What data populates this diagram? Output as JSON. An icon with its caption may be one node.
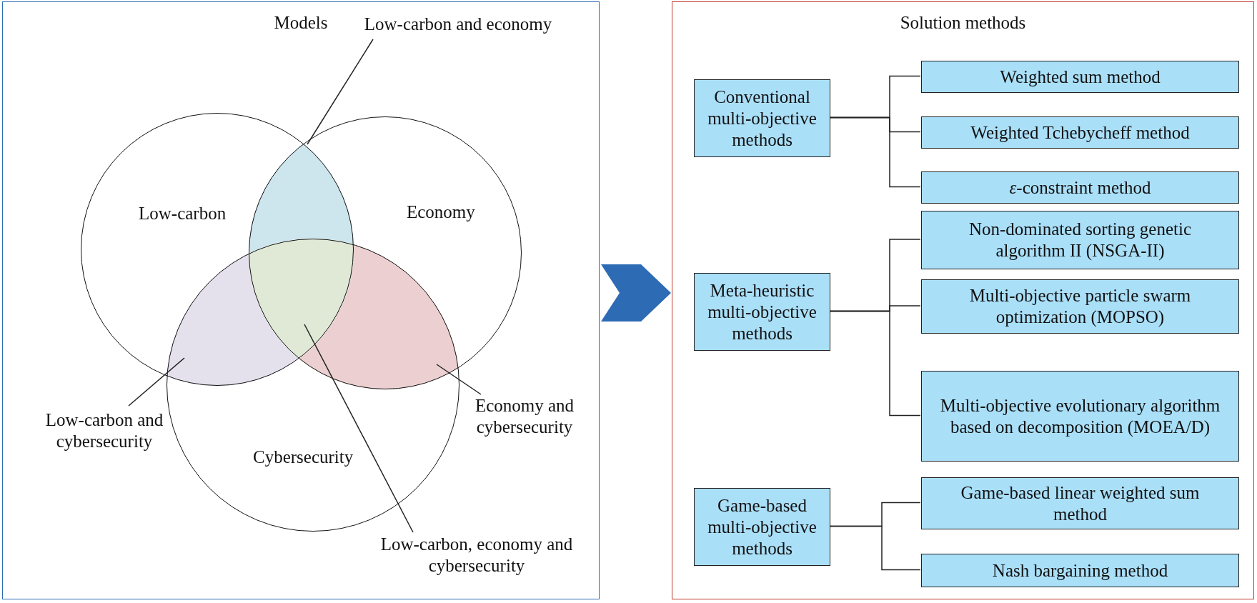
{
  "diagram": {
    "nodes": [
      {
        "text": [
          "Models"
        ]
      },
      {
        "text": [
          "Low-carbon and economy"
        ],
        "in": 0
      },
      {
        "text": [
          "Low-carbon"
        ],
        "in": 0
      },
      {
        "text": [
          "Economy"
        ],
        "in": 0
      },
      {
        "text": [
          "Cybersecurity"
        ],
        "in": 0
      },
      {
        "text": [
          "Low-carbon and cybersecurity"
        ],
        "in": 0
      },
      {
        "text": [
          "Economy and cybersecurity"
        ],
        "in": 0
      },
      {
        "text": [
          "Low-carbon, economy and cybersecurity"
        ],
        "in": 0
      },
      {
        "text": [
          "Solution methods"
        ]
      },
      {
        "text": [
          "Conventional multi-objective methods"
        ],
        "in": 8
      },
      {
        "text": [
          "Weighted sum method"
        ],
        "in": 8
      },
      {
        "text": [
          "Weighted Tchebycheff method"
        ],
        "in": 8
      },
      {
        "text": [
          "*ε*-constraint method"
        ],
        "in": 8
      },
      {
        "text": [
          "Meta-heuristic multi-objective methods"
        ],
        "in": 8
      },
      {
        "text": [
          "Non-dominated sorting genetic algorithm II (NSGA-II)"
        ],
        "in": 8
      },
      {
        "text": [
          "Multi-objective particle swarm optimization (MOPSO)"
        ],
        "in": 8
      },
      {
        "text": [
          "Multi-objective evolutionary algorithm based on decomposition (MOEA/D)"
        ],
        "in": 8
      },
      {
        "text": [
          "Game-based multi-objective methods"
        ],
        "in": 8
      },
      {
        "text": [
          "Game-based linear weighted sum method"
        ],
        "in": 8
      },
      {
        "text": [
          "Nash bargaining method"
        ],
        "in": 8
      },
      {
        "text": [],
        "shape": "lens"
      },
      {
        "text": [],
        "shape": "lens"
      },
      {
        "text": [],
        "shape": "lens"
      },
      {
        "text": [],
        "shape": "lens"
      }
    ],
    "edges": [
      {
        "from": 0,
        "to": 8,
        "arrow": "to",
        "color": "#2e6bb5",
        "style": "thick"
      },
      {
        "from": 1,
        "to": 20,
        "arrow": "none"
      },
      {
        "from": 5,
        "to": 21,
        "arrow": "none"
      },
      {
        "from": 6,
        "to": 23,
        "arrow": "none"
      },
      {
        "from": 7,
        "to": 22,
        "arrow": "none"
      },
      {
        "from": 9,
        "to": 10,
        "arrow": "none"
      },
      {
        "from": 9,
        "to": 11,
        "arrow": "none"
      },
      {
        "from": 9,
        "to": 12,
        "arrow": "none"
      },
      {
        "from": 13,
        "to": 14,
        "arrow": "none"
      },
      {
        "from": 13,
        "to": 15,
        "arrow": "none"
      },
      {
        "from": 13,
        "to": 16,
        "arrow": "none"
      },
      {
        "from": 17,
        "to": 18,
        "arrow": "none"
      },
      {
        "from": 17,
        "to": 19,
        "arrow": "none"
      }
    ]
  }
}
